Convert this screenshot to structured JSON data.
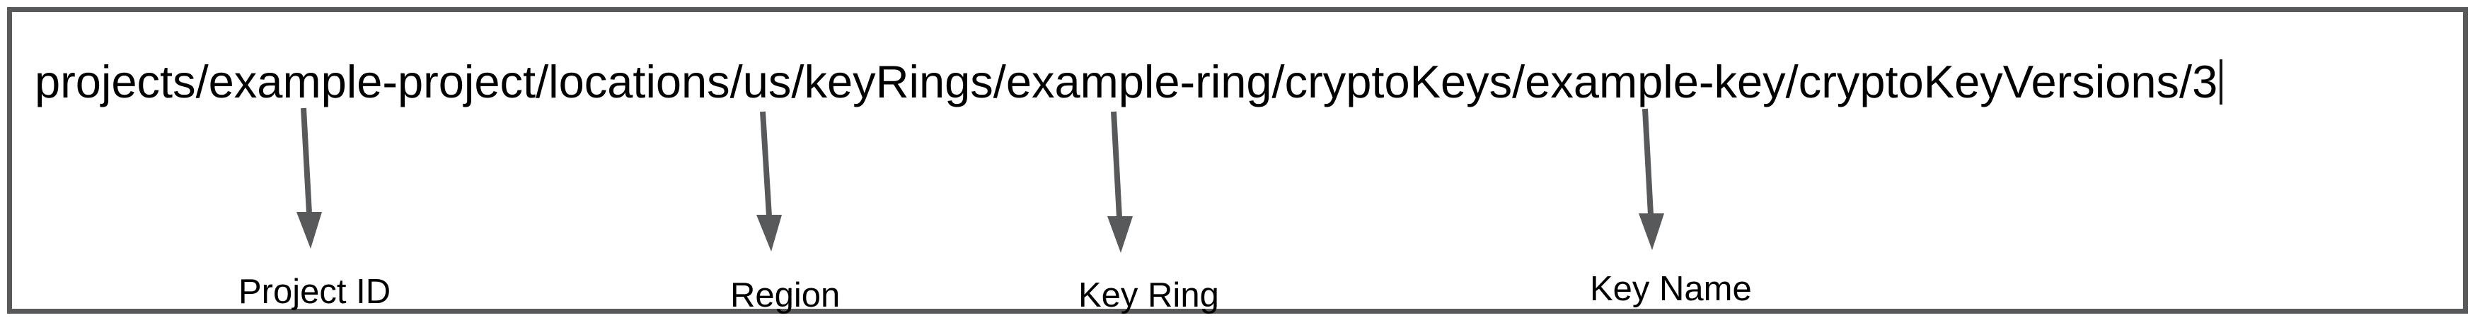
{
  "figure": {
    "resource_path": "projects/example-project/locations/us/keyRings/example-ring/cryptoKeys/example-key/cryptoKeyVersions/3",
    "annotations": [
      {
        "label": "Project ID",
        "points_to": "example-project"
      },
      {
        "label": "Region",
        "points_to": "us"
      },
      {
        "label": "Key Ring",
        "points_to": "example-ring"
      },
      {
        "label": "Key Name",
        "points_to": "example-key"
      }
    ],
    "colors": {
      "border": "#58595b",
      "arrow": "#58595b",
      "text": "#000000",
      "background": "#ffffff"
    }
  }
}
